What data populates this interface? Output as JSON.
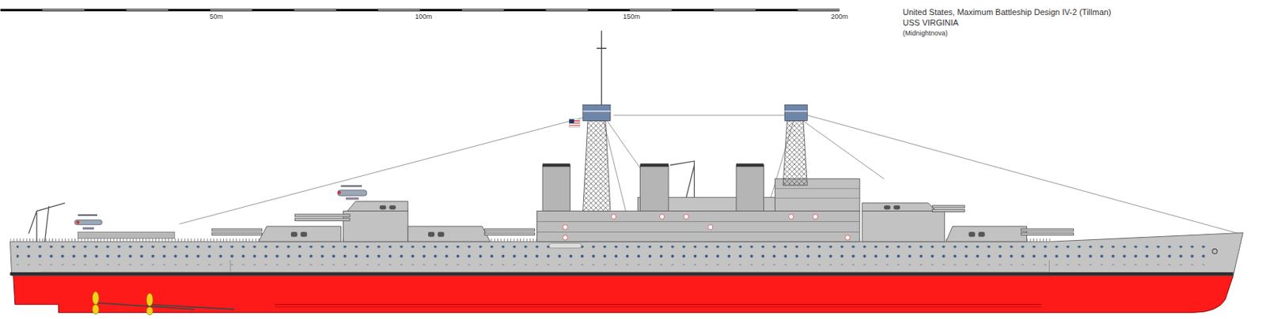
{
  "diagram": {
    "title": "United States, Maximum Battleship Design IV-2 (Tillman)",
    "labels": [
      "50m",
      "100m",
      "150m",
      "200m",
      "USS VIRGINIA",
      "(Midnightnova)"
    ]
  }
}
